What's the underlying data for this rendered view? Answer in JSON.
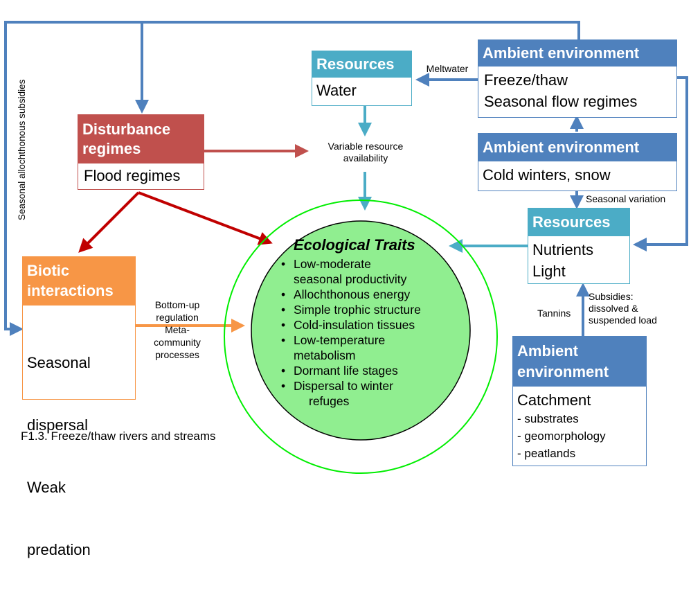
{
  "nodes": {
    "disturbance": {
      "header": [
        "Disturbance",
        "regimes"
      ],
      "body": [
        "Flood regimes"
      ],
      "color": "#c0504d"
    },
    "biotic": {
      "header": [
        "Biotic",
        "interactions"
      ],
      "body": [
        "Seasonal",
        " dispersal",
        "Weak",
        " predation"
      ],
      "color": "#f79646"
    },
    "resources_water": {
      "header": [
        "Resources"
      ],
      "body": [
        "Water"
      ],
      "color": "#4bacc6"
    },
    "resources_nutrients": {
      "header": [
        "Resources"
      ],
      "body": [
        "Nutrients",
        "Light"
      ],
      "color": "#4bacc6"
    },
    "ambient_freeze": {
      "header": [
        "Ambient environment"
      ],
      "body": [
        "Freeze/thaw",
        "Seasonal flow regimes"
      ],
      "color": "#4f81bd"
    },
    "ambient_cold": {
      "header": [
        "Ambient environment"
      ],
      "body": [
        "Cold winters, snow"
      ],
      "color": "#4f81bd"
    },
    "ambient_catchment": {
      "header": [
        "Ambient",
        "environment"
      ],
      "body_title": "Catchment",
      "body": [
        "- substrates",
        "- geomorphology",
        "- peatlands"
      ],
      "color": "#4f81bd"
    },
    "ecological_traits": {
      "title": "Ecological Traits",
      "items": [
        [
          "Low-moderate",
          "seasonal productivity"
        ],
        [
          "Allochthonous energy"
        ],
        [
          "Simple trophic structure"
        ],
        [
          "Cold-insulation tissues"
        ],
        [
          "Low-temperature",
          "metabolism"
        ],
        [
          "Dormant life stages"
        ],
        [
          "Dispersal to winter",
          "refuges"
        ]
      ],
      "fill": "#90ee90",
      "ring": "#00ee00"
    }
  },
  "edge_labels": {
    "meltwater": "Meltwater",
    "variable_resource": [
      "Variable resource",
      "availability"
    ],
    "seasonal_variation": "Seasonal variation",
    "tannins": "Tannins",
    "subsidies": [
      "Subsidies:",
      "dissolved &",
      "suspended load"
    ],
    "bottom_up": [
      "Bottom-up",
      "regulation",
      "Meta-",
      "community",
      "processes"
    ],
    "seasonal_allochthonous": "Seasonal allochthonous subsidies"
  },
  "caption": "F1.3. Freeze/thaw rivers and streams",
  "colors": {
    "blue_arrow": "#4f81bd",
    "teal_arrow": "#4bacc6",
    "red_arrow": "#c0504d",
    "dark_red_arrow": "#c00000",
    "orange_arrow": "#f79646"
  }
}
